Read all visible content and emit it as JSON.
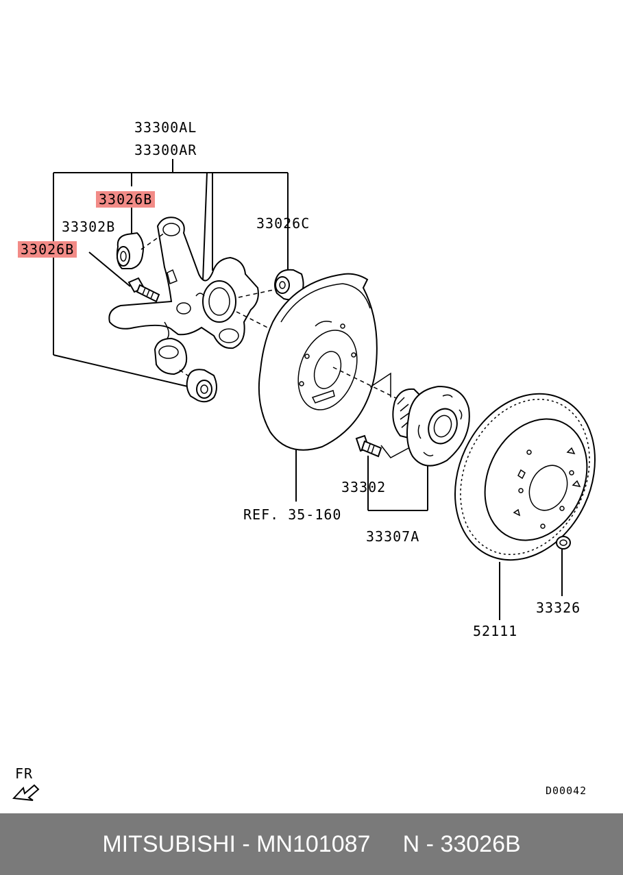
{
  "diagram": {
    "labels": {
      "knuckle_left": "33300AL",
      "knuckle_right": "33300AR",
      "bushing_upper_highlight": "33026B",
      "bolt_b": "33302B",
      "bushing_left_highlight": "33026B",
      "bushing_c": "33026C",
      "reference": "REF. 35-160",
      "hub_bolt": "33302",
      "hub_assembly": "33307A",
      "disc": "52111",
      "nut": "33326",
      "front_indicator": "FR",
      "drawing_code": "D00042"
    },
    "highlight_color": "#f28b87"
  },
  "footer": {
    "text": "MITSUBISHI - MN101087     N - 33026B",
    "background": "#7a7a7a"
  }
}
